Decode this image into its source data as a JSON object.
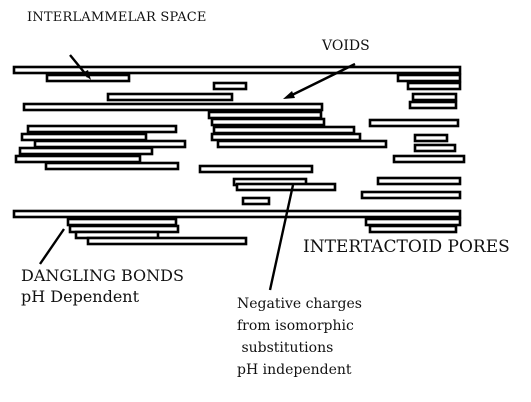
{
  "labels": {
    "interlamellar": "INTERLAMMELAR SPACE",
    "voids": "VOIDS",
    "intertactoid": "INTERTACTOID PORES",
    "dangling_1": "DANGLING BONDS",
    "dangling_2": "pH Dependent",
    "neg_1": "Negative charges",
    "neg_2": "from isomorphic",
    "neg_3": " substitutions",
    "neg_4": "pH independent"
  },
  "colors": {
    "stroke": "#000000",
    "fill": "#ffffff",
    "text": "#111111"
  }
}
